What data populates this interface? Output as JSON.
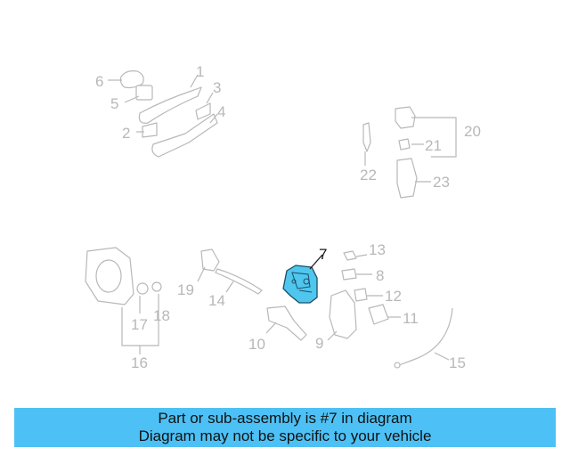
{
  "labels": {
    "l1": "1",
    "l2": "2",
    "l3": "3",
    "l4": "4",
    "l5": "5",
    "l6": "6",
    "l7": "7",
    "l8": "8",
    "l9": "9",
    "l10": "10",
    "l11": "11",
    "l12": "12",
    "l13": "13",
    "l14": "14",
    "l15": "15",
    "l16": "16",
    "l17": "17",
    "l18": "18",
    "l19": "19",
    "l20": "20",
    "l21": "21",
    "l22": "22",
    "l23": "23"
  },
  "highlight_color": "#4fc6ee",
  "banner": {
    "line1": "Part or sub-assembly is #7 in diagram",
    "line2": "Diagram may not be specific to your vehicle"
  }
}
